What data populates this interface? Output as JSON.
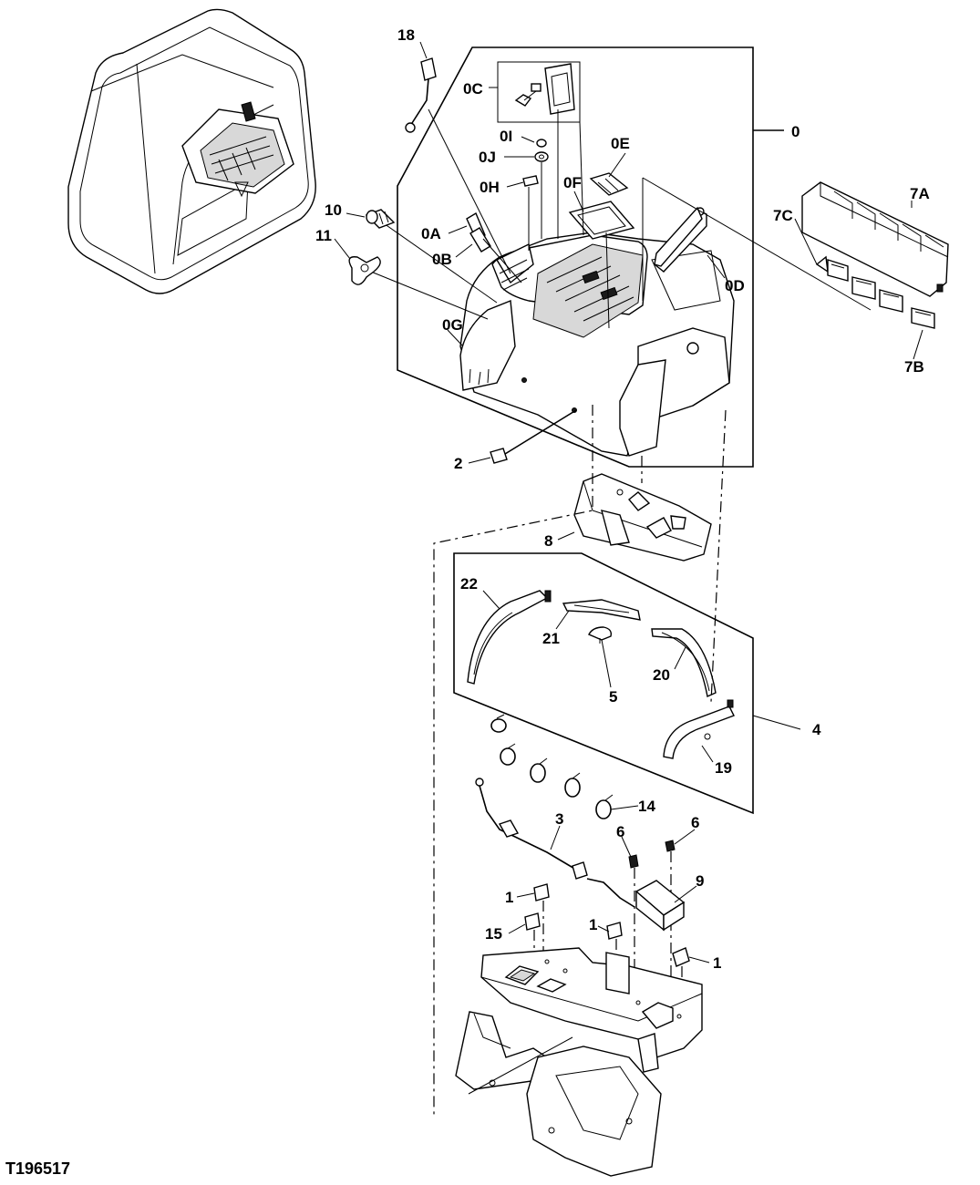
{
  "figure_id": "T196517",
  "callouts": {
    "c0": "0",
    "c0A": "0A",
    "c0B": "0B",
    "c0C": "0C",
    "c0D": "0D",
    "c0E": "0E",
    "c0F": "0F",
    "c0G": "0G",
    "c0H": "0H",
    "c0I": "0I",
    "c0J": "0J",
    "c1a": "1",
    "c1b": "1",
    "c1c": "1",
    "c2": "2",
    "c3": "3",
    "c4": "4",
    "c5": "5",
    "c6a": "6",
    "c6b": "6",
    "c7A": "7A",
    "c7B": "7B",
    "c7C": "7C",
    "c8": "8",
    "c9": "9",
    "c10": "10",
    "c11": "11",
    "c14": "14",
    "c15": "15",
    "c18": "18",
    "c19": "19",
    "c20": "20",
    "c21": "21",
    "c22": "22"
  }
}
